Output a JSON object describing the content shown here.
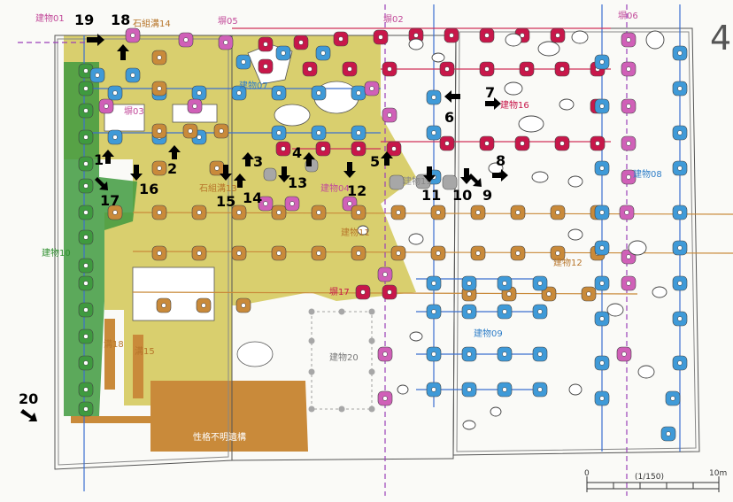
{
  "colors": {
    "yellow": "#d9cf6e",
    "green": "#3f9a3f",
    "orange": "#c98a3a",
    "blue": "#3f9ad8",
    "crimson": "#c8174a",
    "magenta": "#d060b8",
    "gray": "#a7a7a7",
    "line_brown": "#c98a3a",
    "line_blue": "#3b6fd0",
    "line_red": "#d0325a",
    "line_purple": "#9a3fb8"
  },
  "labels": {
    "b01": "建物01",
    "b07": "建物07",
    "b16": "建物16",
    "b19": "建物19",
    "b04": "建物04",
    "b08": "建物08",
    "b10": "建物10",
    "b11": "建物11",
    "b12": "建物12",
    "b09": "建物09",
    "b20": "建物20",
    "fence03": "塀03",
    "fence05": "塀05",
    "fence02": "塀02",
    "fence06": "塀06",
    "fence17": "塀17",
    "ditch14": "石組溝14",
    "ditch13": "石組溝13",
    "ditch18": "溝18",
    "ditch15": "溝15",
    "unknown": "性格不明遺構"
  },
  "numbers": {
    "n1": "1",
    "n2": "2",
    "n3": "3",
    "n4": "4",
    "n5": "5",
    "n6": "6",
    "n7": "7",
    "n8": "8",
    "n9": "9",
    "n10": "10",
    "n11": "11",
    "n12": "12",
    "n13": "13",
    "n14": "14",
    "n15": "15",
    "n16": "16",
    "n17": "17",
    "n18": "18",
    "n19": "19",
    "n20": "20"
  },
  "north_mark": "4",
  "scale": {
    "start": "0",
    "ratio": "(1/150)",
    "end": "10m"
  }
}
